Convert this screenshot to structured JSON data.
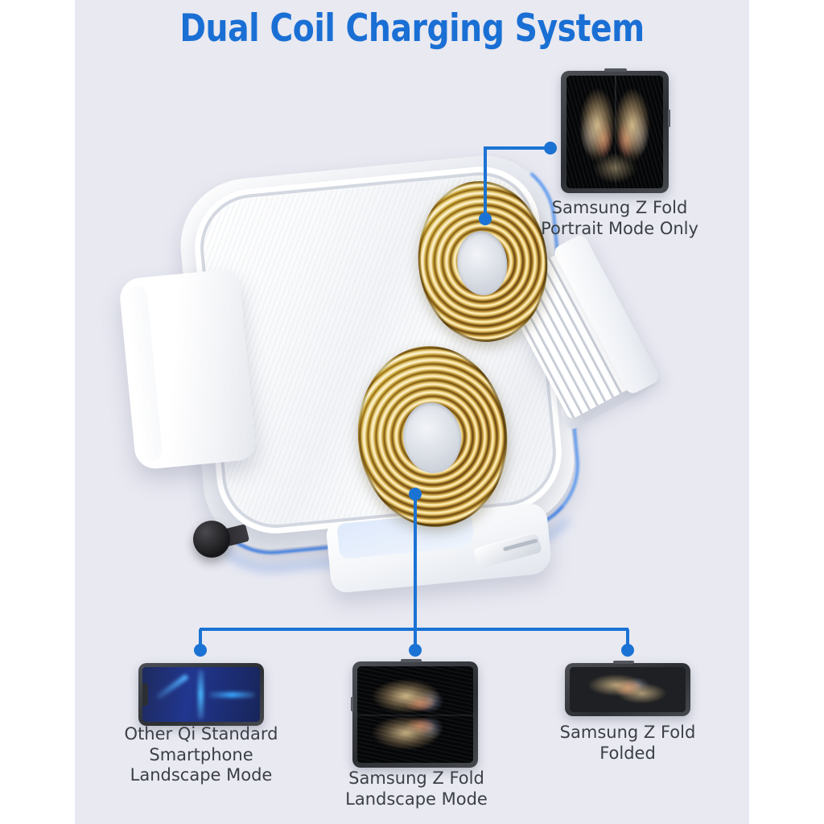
{
  "page": {
    "title": "Dual Coil Charging System",
    "background_color": "#e8e9f1",
    "accent_color": "#1a6fd4",
    "caption_color": "#3b4046"
  },
  "callouts": {
    "top_right": {
      "device_name": "Samsung Z Fold",
      "line1": "Samsung Z Fold",
      "line2": "Portrait Mode Only",
      "caption": "Samsung Z Fold\nPortrait Mode Only",
      "orientation": "portrait",
      "wallpaper": "golden-wings"
    },
    "bottom": [
      {
        "line1": "Other Qi Standard",
        "line2": "Smartphone",
        "line3": "Landscape Mode",
        "caption": "Other Qi Standard\nSmartphone\nLandscape Mode",
        "orientation": "landscape",
        "wallpaper": "blue-abstract"
      },
      {
        "line1": "Samsung Z Fold",
        "line2": "Landscape Mode",
        "caption": "Samsung Z Fold\nLandscape Mode",
        "orientation": "landscape-unfolded",
        "wallpaper": "golden-wings"
      },
      {
        "line1": "Samsung Z Fold",
        "line2": "Folded",
        "caption": "Samsung Z Fold\nFolded",
        "orientation": "folded",
        "wallpaper": "golden-wings"
      }
    ]
  },
  "product": {
    "name": "dual-coil-wireless-car-charger",
    "coils": [
      {
        "id": "upper-coil",
        "label": "upper charging coil"
      },
      {
        "id": "lower-coil",
        "label": "lower charging coil"
      }
    ],
    "parts": [
      "left-clamp-arm",
      "right-vent-clip",
      "bottom-support-tray",
      "adjustment-knob",
      "led-indicator"
    ]
  }
}
